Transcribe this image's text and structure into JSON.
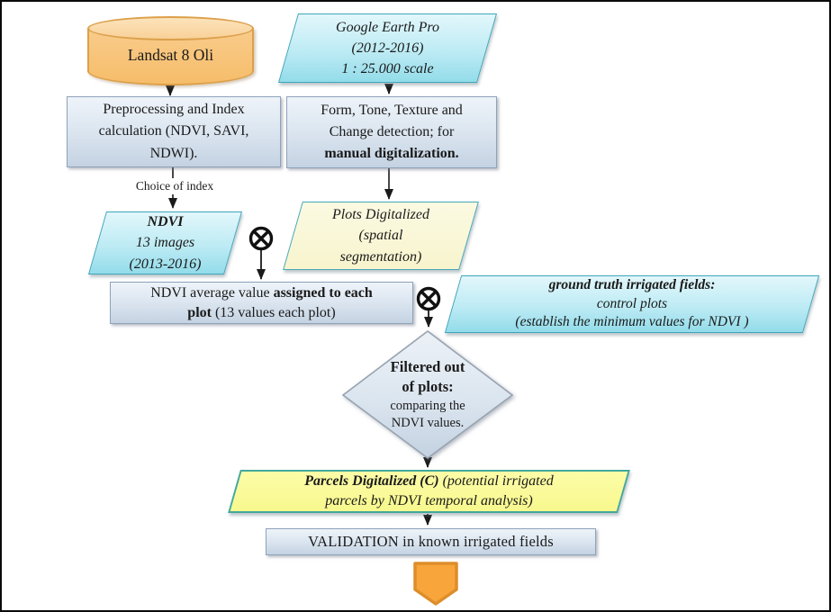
{
  "frame": {
    "background": "#ffffff",
    "border_color": "#0a0a0a"
  },
  "colors": {
    "cyan_fill_top": "#e2f7fb",
    "cyan_fill_bottom": "#93dcea",
    "teal_border": "#3fa5bb",
    "pale_yellow_fill": "#f9f7d4",
    "bright_yellow_fill": "#f9f996",
    "green_border": "#43a89b",
    "process_box_fill_top": "#eef3f9",
    "process_box_fill_bottom": "#c4d2e2",
    "process_box_border": "#8ea3ba",
    "cylinder_fill": "#f7c379",
    "cylinder_border": "#dca04b",
    "pentagon_fill": "#f8a63b",
    "pentagon_border": "#dd8e2a",
    "connector_color": "#1a1a1a"
  },
  "nodes": {
    "landsat": {
      "label": "Landsat 8 Oli"
    },
    "preprocessing": {
      "line1": "Preprocessing and Index",
      "line2": "calculation (NDVI, SAVI,",
      "line3": "NDWI)."
    },
    "choice_of_index": {
      "label": "Choice of index"
    },
    "ndvi_images": {
      "line1": "NDVI",
      "line2": "13 images",
      "line3": "(2013-2016)"
    },
    "google_earth": {
      "line1": "Google Earth Pro",
      "line2": "(2012-2016)",
      "line3": "1 : 25.000 scale"
    },
    "form_tone": {
      "line1": "Form, Tone, Texture and",
      "line2": "Change detection; for",
      "line3": "manual digitalization."
    },
    "plots_digitalized": {
      "line1": "Plots Digitalized",
      "line2": "(spatial",
      "line3": "segmentation)"
    },
    "ndvi_average": {
      "l1_regular": "NDVI average value ",
      "l1_bold": "assigned to each",
      "l2_bold": "plot",
      "l2_regular": " (13 values each plot)"
    },
    "ground_truth": {
      "line1": "ground truth irrigated fields:",
      "line2": "control plots",
      "line3": "(establish the minimum values for NDVI )"
    },
    "filtered": {
      "bold1": "Filtered out",
      "bold2": "of plots:",
      "line3": "comparing the",
      "line4": "NDVI values."
    },
    "parcels": {
      "bold": "Parcels Digitalized (C)",
      "line1_rest": " (potential irrigated",
      "line2": "parcels by NDVI temporal analysis)"
    },
    "validation": {
      "label": "VALIDATION in known irrigated fields"
    }
  },
  "icons": {
    "junction_top": "circle-x-merge-icon",
    "junction_mid": "circle-x-merge-icon",
    "terminal": "down-pentagon-icon"
  }
}
